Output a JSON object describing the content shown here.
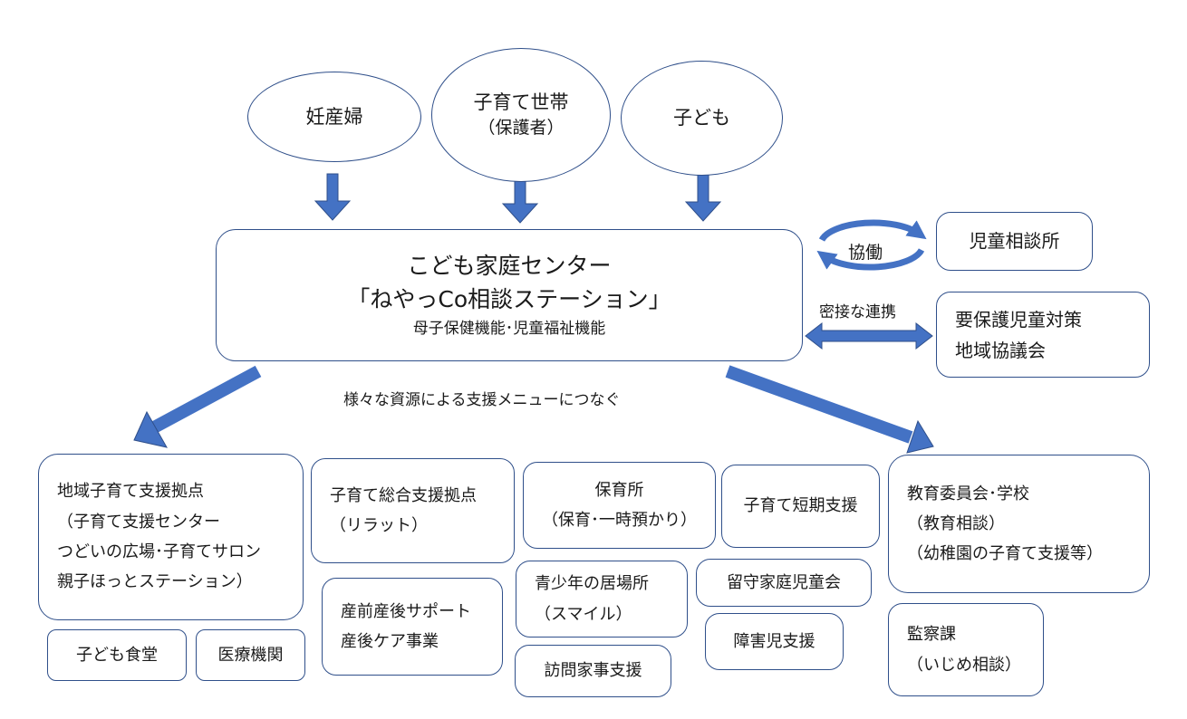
{
  "top": {
    "pregnant": "妊産婦",
    "household_line1": "子育て世帯",
    "household_line2": "（保護者）",
    "child": "子ども"
  },
  "center": {
    "title_line1": "こども家庭センター",
    "title_line2": "「ねやっCo相談ステーション」",
    "subtitle": "母子保健機能･児童福祉機能"
  },
  "cooperation_label": "協働",
  "close_link_label": "密接な連携",
  "connect_caption": "様々な資源による支援メニューにつなぐ",
  "right": {
    "child_guidance": "児童相談所",
    "council_line1": "要保護児童対策",
    "council_line2": "地域協議会"
  },
  "resources": {
    "hub_line1": "地域子育て支援拠点",
    "hub_line2": "（子育て支援センター",
    "hub_line3": "つどいの広場･子育てサロン",
    "hub_line4": "親子ほっとステーション）",
    "comprehensive_line1": "子育て総合支援拠点",
    "comprehensive_line2": "（リラット）",
    "nursery_line1": "保育所",
    "nursery_line2": "（保育･一時預かり）",
    "short_term": "子育て短期支援",
    "education_line1": "教育委員会･学校",
    "education_line2": "（教育相談）",
    "education_line3": "（幼稚園の子育て支援等）",
    "youth_line1": "青少年の居場所",
    "youth_line2": "（スマイル）",
    "after_school": "留守家庭児童会",
    "perinatal_line1": "産前産後サポート",
    "perinatal_line2": "産後ケア事業",
    "disability": "障害児支援",
    "audit_line1": "監察課",
    "audit_line2": "（いじめ相談）",
    "cafeteria": "子ども食堂",
    "medical": "医療機関",
    "home_visit": "訪問家事支援"
  },
  "colors": {
    "arrow": "#4472c4",
    "border": "#2f4f8a"
  }
}
